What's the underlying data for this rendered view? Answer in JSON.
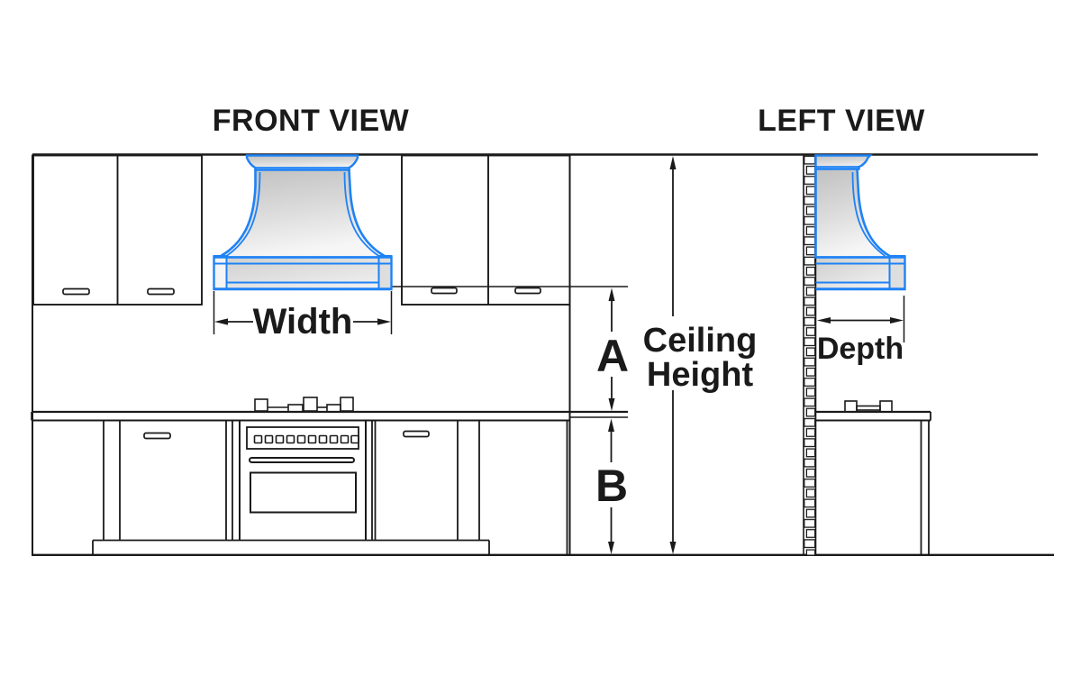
{
  "views": {
    "front": {
      "title": "FRONT VIEW"
    },
    "left": {
      "title": "LEFT VIEW"
    }
  },
  "dimensions": {
    "width_label": "Width",
    "depth_label": "Depth",
    "a_label": "A",
    "b_label": "B",
    "ceiling_height_line1": "Ceiling",
    "ceiling_height_line2": "Height"
  },
  "colors": {
    "line_black": "#1a1a1a",
    "hood_blue": "#1e82f5",
    "hood_fill_light": "#f2f2f2",
    "hood_fill_dark": "#c3c3c3"
  }
}
